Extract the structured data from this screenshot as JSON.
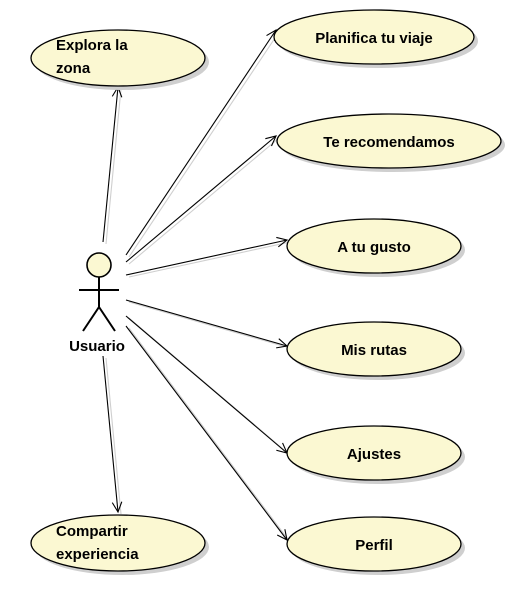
{
  "diagram": {
    "type": "use-case",
    "actor": {
      "label": "Usuario"
    },
    "use_cases": [
      {
        "id": "explora",
        "lines": [
          "Explora la",
          "zona"
        ],
        "align": "left"
      },
      {
        "id": "planifica",
        "lines": [
          "Planifica tu viaje"
        ],
        "align": "center"
      },
      {
        "id": "recomendamos",
        "lines": [
          "Te recomendamos"
        ],
        "align": "center"
      },
      {
        "id": "gusto",
        "lines": [
          "A tu gusto"
        ],
        "align": "center"
      },
      {
        "id": "rutas",
        "lines": [
          "Mis rutas"
        ],
        "align": "center"
      },
      {
        "id": "ajustes",
        "lines": [
          "Ajustes"
        ],
        "align": "center"
      },
      {
        "id": "perfil",
        "lines": [
          "Perfil"
        ],
        "align": "center"
      },
      {
        "id": "compartir",
        "lines": [
          "Compartir",
          "experiencia"
        ],
        "align": "left"
      }
    ],
    "associations": [
      "explora",
      "planifica",
      "recomendamos",
      "gusto",
      "rutas",
      "ajustes",
      "perfil",
      "compartir"
    ],
    "colors": {
      "use_case_fill": "#fbf8d2",
      "stroke": "#000000",
      "shadow": "#cfcfcf"
    }
  }
}
